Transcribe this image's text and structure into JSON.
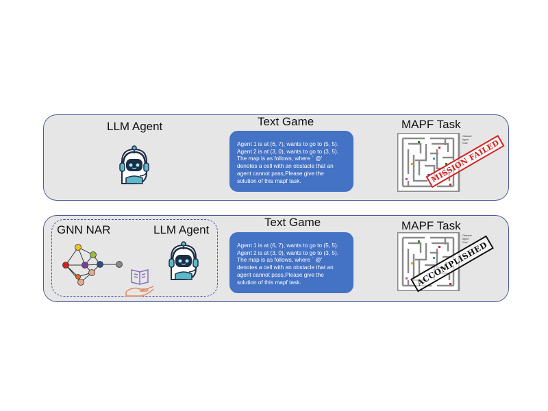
{
  "rows": [
    {
      "agent_label": "LLM Agent",
      "text_game_title": "Text Game",
      "mapf_title": "MAPF Task",
      "stamp": "MISSION FAILED",
      "legend": [
        "Obstacle",
        "Agent",
        "Goal"
      ]
    },
    {
      "gnn_label": "GNN NAR",
      "agent_label": "LLM Agent",
      "text_game_title": "Text Game",
      "mapf_title": "MAPF Task",
      "stamp": "ACCOMPLISHED",
      "legend": [
        "Obstacle",
        "Agent",
        "Goal"
      ]
    }
  ],
  "prompt_lines": [
    "Agent 1 is at (6, 7), wants to go to (5, 5).",
    "Agent 2 is at (3, 0), wants to go to (3, 5).",
    "The map is as follows, where ´ @'",
    "denotes a cell with an obstacle that an",
    "agent cannot pass,Please give the",
    "solution of this mapf task."
  ],
  "icons": [
    "robot-headset-icon",
    "graph-network-icon",
    "book-in-hand-icon",
    "maze-map-icon"
  ],
  "colors": {
    "panel_bg": "#e6e6e6",
    "panel_border": "#4a5b9a",
    "textbox": "#4472c4",
    "robot": "#5fb8c9",
    "stamp_failed": "#d62020",
    "stamp_ok": "#111111"
  }
}
